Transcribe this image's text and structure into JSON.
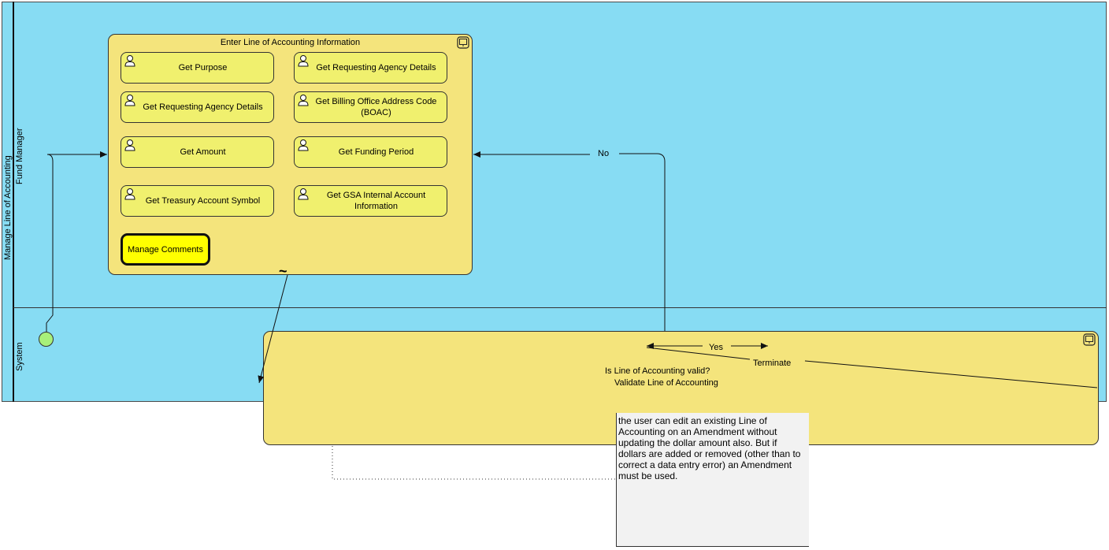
{
  "pool": {
    "label": "Manage Line of Accounting"
  },
  "lanes": {
    "top": "Fund Manager",
    "bottom": "System"
  },
  "subprocess_top": {
    "title": "Enter Line of Accounting Information",
    "loop_marker": "~",
    "tasks": [
      "Get Purpose",
      "Get Requesting Agency Details",
      "Get Requesting Agency Details",
      "Get Billing Office Address Code (BOAC)",
      "Get Amount",
      "Get Funding Period",
      "Get Treasury Account Symbol",
      "Get GSA Internal Account Information"
    ],
    "manage_comments": "Manage Comments"
  },
  "subprocess_system": {
    "question": "Is Line of Accounting valid?",
    "title": "Validate Line of Accounting",
    "yes": "Yes",
    "terminate": "Terminate"
  },
  "flow_labels": {
    "no": "No"
  },
  "note": "the user can edit an existing Line of Accounting on an Amendment without updating the dollar amount also.  But if dollars are added or removed (other than to correct a data entry error) an Amendment must be used.",
  "colors": {
    "pool": "#87dcf3",
    "subprocess": "#f4e47c",
    "task": "#f0f06e",
    "highlight": "#ffff00",
    "start": "#a8f07a"
  },
  "icons": [
    "user-icon",
    "screen-icon"
  ]
}
